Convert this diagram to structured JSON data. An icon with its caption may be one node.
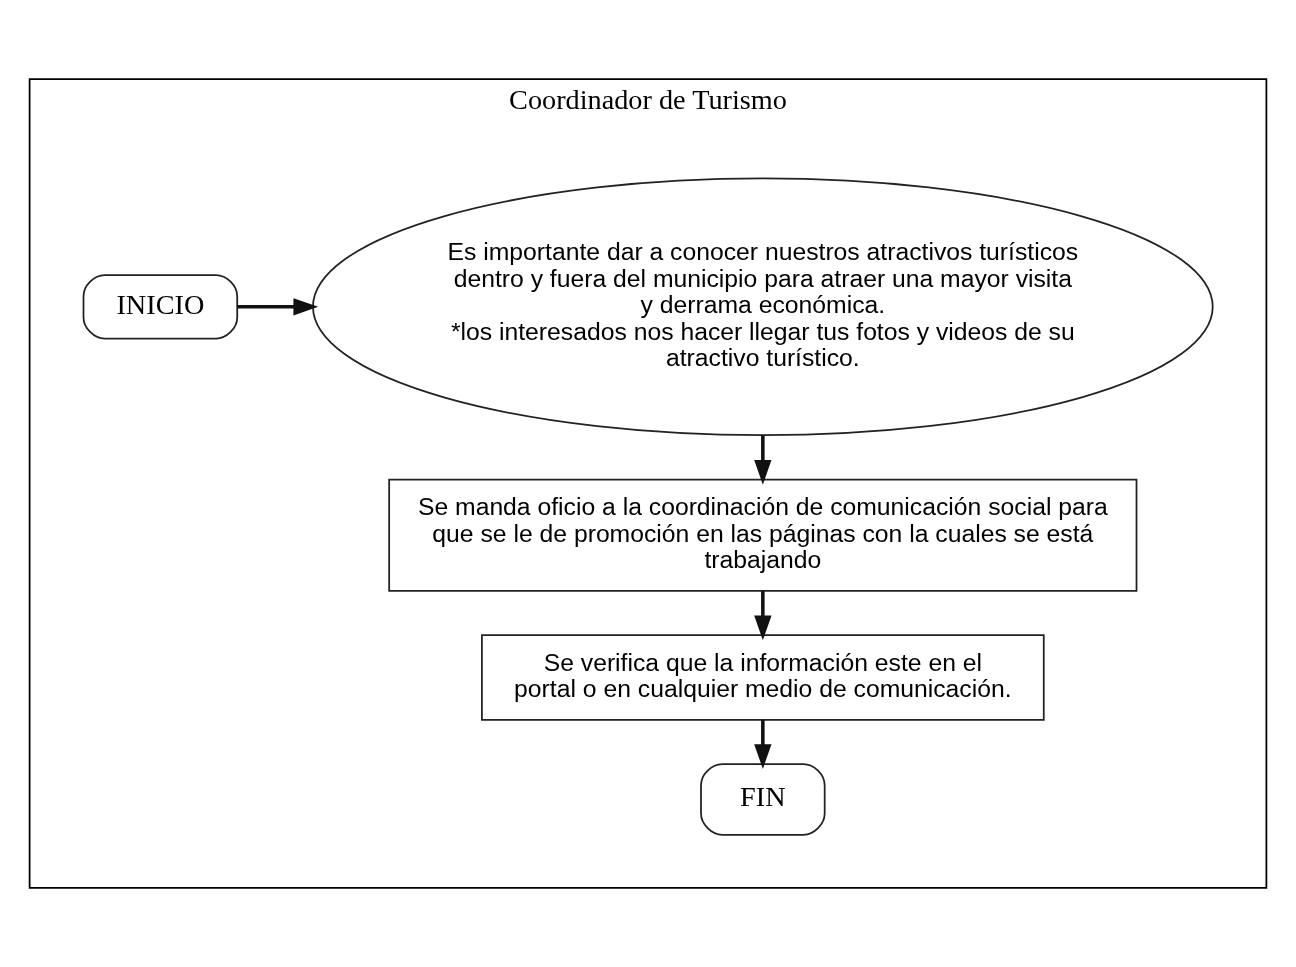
{
  "diagram": {
    "nodes": [
      {
        "text": [
          "Coordinador de Turismo"
        ]
      },
      {
        "text": [
          "INICIO"
        ],
        "in": 0
      },
      {
        "text": [
          "Es importante dar a conocer nuestros atractivos turísticos dentro y fuera del municipio para atraer una mayor visita y derrama económica.",
          "*los interesados nos hacer llegar tus fotos y videos de su atractivo turístico."
        ],
        "in": 0
      },
      {
        "text": [
          "Se manda oficio a la coordinación de comunicación social para que se le de promoción en las páginas con la cuales se está trabajando"
        ],
        "in": 0
      },
      {
        "text": [
          "Se verifica que la información este en el portal o en cualquier medio de comunicación."
        ],
        "in": 0
      },
      {
        "text": [
          "FIN"
        ],
        "in": 0
      }
    ],
    "edges": [
      {
        "from": 1,
        "to": 2,
        "arrow": "to"
      },
      {
        "from": 2,
        "to": 3,
        "arrow": "to"
      },
      {
        "from": 3,
        "to": 4,
        "arrow": "to"
      },
      {
        "from": 4,
        "to": 5,
        "arrow": "to"
      }
    ]
  }
}
